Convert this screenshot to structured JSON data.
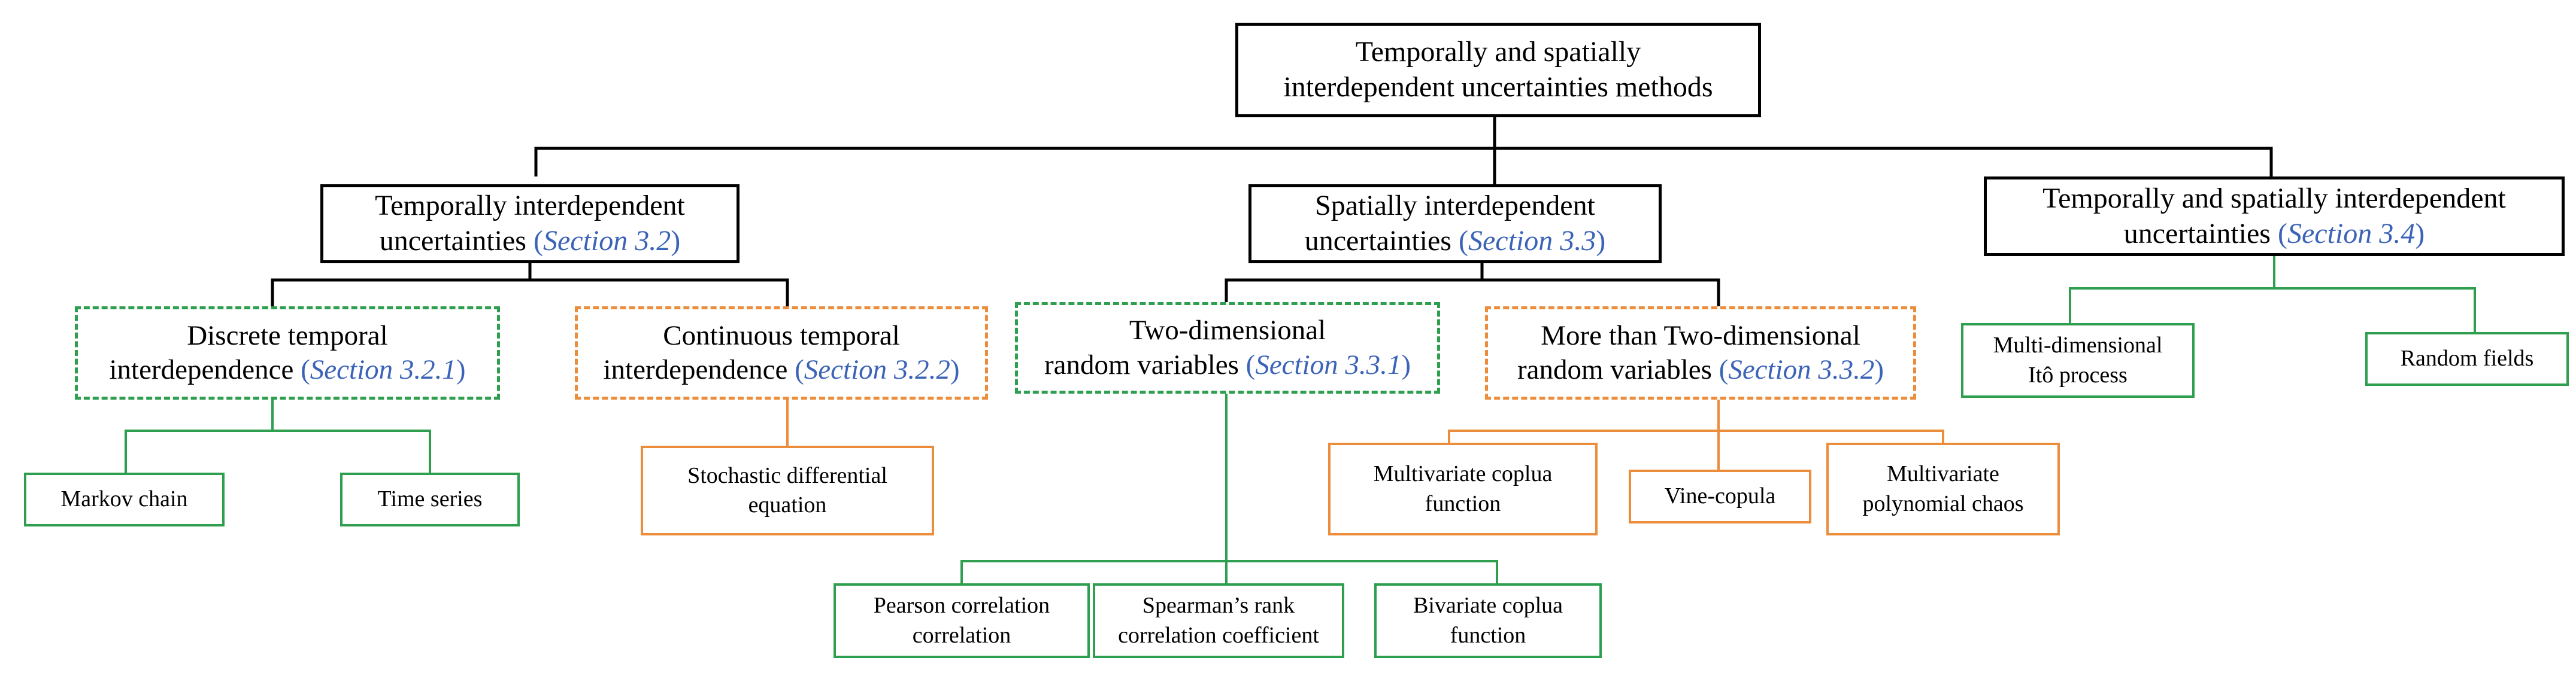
{
  "root": {
    "line1": "Temporally and spatially",
    "line2": "interdependent uncertainties methods"
  },
  "temporal": {
    "line1": "Temporally interdependent",
    "line2": "uncertainties",
    "ref": "Section 3.2",
    "discrete": {
      "line1": "Discrete temporal",
      "line2": "interdependence",
      "ref": "Section 3.2.1",
      "leaves": [
        "Markov chain",
        "Time series"
      ]
    },
    "continuous": {
      "line1": "Continuous temporal",
      "line2": "interdependence",
      "ref": "Section 3.2.2",
      "leaf": {
        "line1": "Stochastic differential",
        "line2": "equation"
      }
    }
  },
  "spatial": {
    "line1": "Spatially interdependent",
    "line2": "uncertainties",
    "ref": "Section 3.3",
    "two_dim": {
      "line1": "Two-dimensional",
      "line2": "random variables",
      "ref": "Section 3.3.1",
      "leaves": [
        {
          "line1": "Pearson correlation",
          "line2": "correlation"
        },
        {
          "line1": "Spearman’s rank",
          "line2": "correlation coefficient"
        },
        {
          "line1": "Bivariate coplua",
          "line2": "function"
        }
      ]
    },
    "multi_dim": {
      "line1": "More than Two-dimensional",
      "line2": "random variables",
      "ref": "Section 3.3.2",
      "leaves": [
        {
          "line1": "Multivariate coplua",
          "line2": "function"
        },
        {
          "line1": "Vine-copula"
        },
        {
          "line1": "Multivariate",
          "line2": "polynomial chaos"
        }
      ]
    }
  },
  "spatiotemporal": {
    "line1": "Temporally and spatially interdependent",
    "line2": "uncertainties",
    "ref": "Section 3.4",
    "leaves": [
      {
        "line1": "Multi-dimensional",
        "line2": "Itô process"
      },
      {
        "line1": "Random fields"
      }
    ]
  },
  "colors": {
    "black": "#000000",
    "green": "#2e9e4f",
    "orange": "#ec8d3c",
    "section_ref": "#3b63b7"
  }
}
